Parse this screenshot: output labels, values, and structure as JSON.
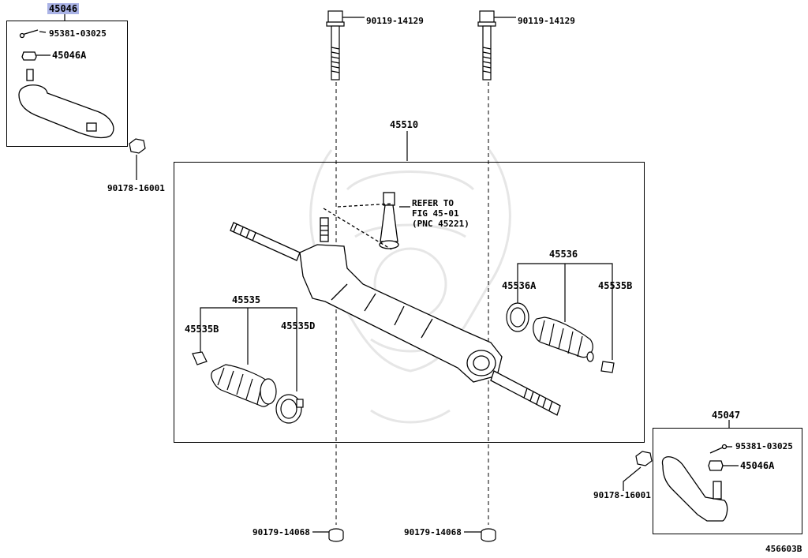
{
  "diagram_id": "456603B",
  "left_assembly": {
    "part": "45046",
    "cotter_pin": "95381-03025",
    "nut": "45046A",
    "hub_nut": "90178-16001"
  },
  "right_assembly": {
    "part": "45047",
    "cotter_pin": "95381-03025",
    "nut": "45046A",
    "hub_nut": "90178-16001"
  },
  "bolt_left": "90119-14129",
  "bolt_right": "90119-14129",
  "lower_nut_left": "90179-14068",
  "lower_nut_right": "90179-14068",
  "rack": {
    "part": "45510",
    "refer_line1": "REFER TO",
    "refer_line2": "FIG 45-01",
    "refer_line3": "(PNC 45221)",
    "boot_left_set": "45535",
    "boot_left_clamp_small": "45535B",
    "boot_left_clamp_large": "45535D",
    "boot_right_set": "45536",
    "boot_right_clamp_large": "45536A",
    "boot_right_clamp_small": "45535B"
  },
  "highlight_color": "#aab3e6"
}
